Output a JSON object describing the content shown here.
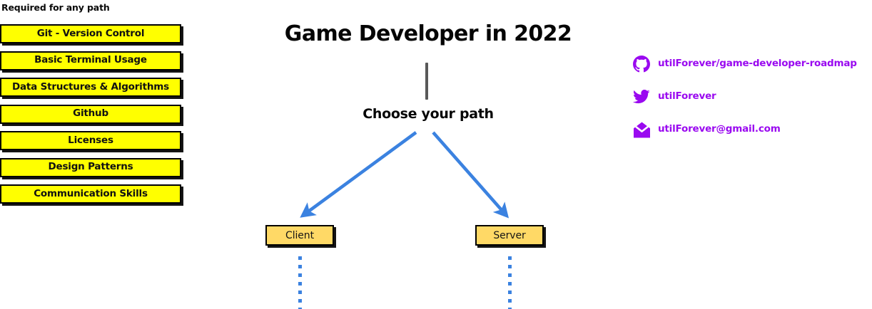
{
  "required_section": {
    "heading": "Required for any path",
    "items": [
      {
        "label": "Git - Version Control"
      },
      {
        "label": "Basic Terminal Usage"
      },
      {
        "label": "Data Structures & Algorithms"
      },
      {
        "label": "Github"
      },
      {
        "label": "Licenses"
      },
      {
        "label": "Design Patterns"
      },
      {
        "label": "Communication Skills"
      }
    ],
    "box_fill": "#ffff00",
    "box_border": "#000000"
  },
  "roadmap": {
    "title": "Game Developer in 2022",
    "choose_label": "Choose your path",
    "trunk_color": "#595959",
    "arrow_color": "#3b82e0",
    "nodes": [
      {
        "label": "Client"
      },
      {
        "label": "Server"
      }
    ],
    "node_fill": "#ffd966",
    "node_border": "#000000"
  },
  "contacts": {
    "accent_color": "#9a09f0",
    "items": [
      {
        "icon": "github-icon",
        "label": "utilForever/game-developer-roadmap"
      },
      {
        "icon": "twitter-icon",
        "label": "utilForever"
      },
      {
        "icon": "email-icon",
        "label": "utilForever@gmail.com"
      }
    ]
  }
}
